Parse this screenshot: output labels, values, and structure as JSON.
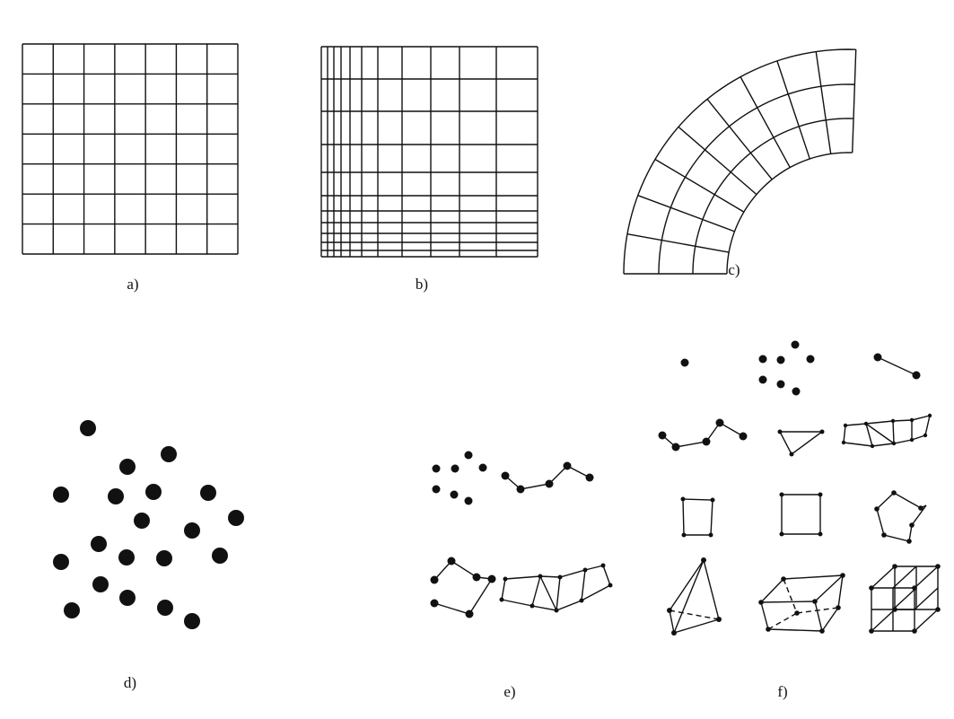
{
  "panels": {
    "a": {
      "label": "a)"
    },
    "b": {
      "label": "b)"
    },
    "c": {
      "label": "c)"
    },
    "d": {
      "label": "d)"
    },
    "e": {
      "label": "e)"
    },
    "f": {
      "label": "f)"
    }
  }
}
